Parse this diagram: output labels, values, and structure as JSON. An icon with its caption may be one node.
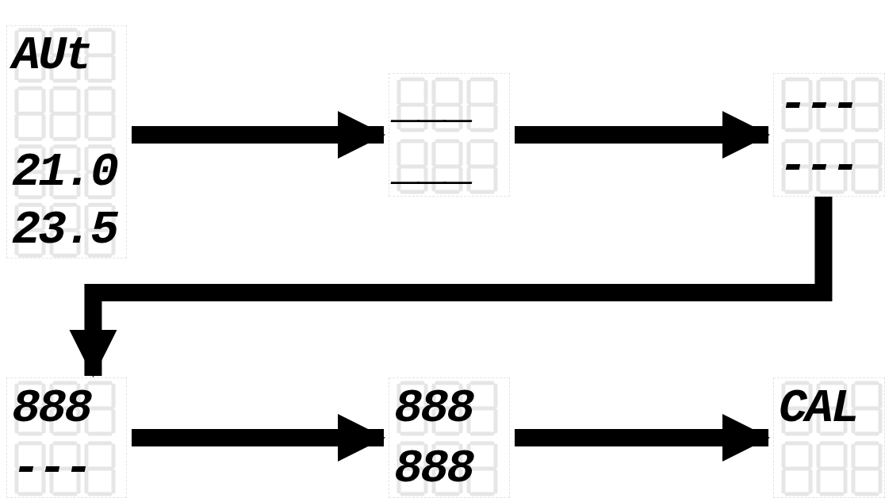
{
  "diagram": {
    "nodes": [
      {
        "text": [
          "AUt",
          "21.0",
          "23.5"
        ]
      },
      {
        "text": [
          "___",
          "___"
        ]
      },
      {
        "text": [
          "---",
          "---"
        ]
      },
      {
        "text": [
          "888",
          "---"
        ]
      },
      {
        "text": [
          "888",
          "888"
        ]
      },
      {
        "text": [
          "CAL"
        ]
      }
    ],
    "edges": [
      {
        "from": 0,
        "to": 1,
        "arrow": "to"
      },
      {
        "from": 1,
        "to": 2,
        "arrow": "to"
      },
      {
        "from": 2,
        "to": 3,
        "arrow": "to"
      },
      {
        "from": 3,
        "to": 4,
        "arrow": "to"
      },
      {
        "from": 4,
        "to": 5,
        "arrow": "to"
      }
    ]
  }
}
